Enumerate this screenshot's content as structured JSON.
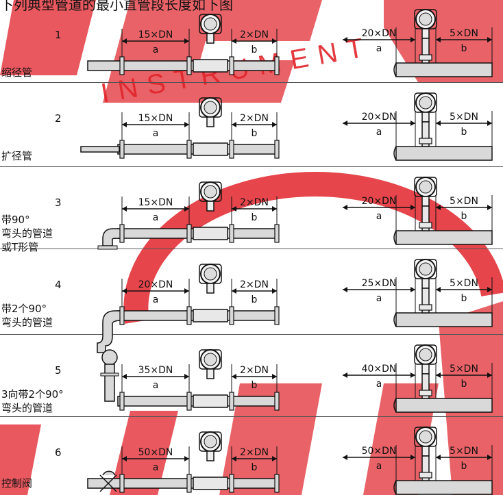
{
  "title": "下列典型管道的最小直管段长度如下图",
  "watermark": {
    "text": "INSTRUMENT",
    "color": "#e0242b"
  },
  "rows": [
    {
      "num": "1",
      "label": "缩径管",
      "left": {
        "a_label": "15×DN",
        "b_label": "2×DN",
        "a": "a",
        "b": "b"
      },
      "right": {
        "a_label": "20×DN",
        "b_label": "5×DN",
        "a": "a",
        "b": "b"
      }
    },
    {
      "num": "2",
      "label": "扩径管",
      "left": {
        "a_label": "15×DN",
        "b_label": "2×DN",
        "a": "a",
        "b": "b"
      },
      "right": {
        "a_label": "20×DN",
        "b_label": "5×DN",
        "a": "a",
        "b": "b"
      }
    },
    {
      "num": "3",
      "label": "带90°\n弯头的管道\n或T形管",
      "left": {
        "a_label": "15×DN",
        "b_label": "2×DN",
        "a": "a",
        "b": "b"
      },
      "right": {
        "a_label": "20×DN",
        "b_label": "5×DN",
        "a": "a",
        "b": "b"
      }
    },
    {
      "num": "4",
      "label": "带2个90°\n弯头的管道",
      "left": {
        "a_label": "20×DN",
        "b_label": "2×DN",
        "a": "a",
        "b": "b"
      },
      "right": {
        "a_label": "25×DN",
        "b_label": "5×DN",
        "a": "a",
        "b": "b"
      }
    },
    {
      "num": "5",
      "label": "3向带2个90°\n弯头的管道",
      "left": {
        "a_label": "35×DN",
        "b_label": "2×DN",
        "a": "a",
        "b": "b"
      },
      "right": {
        "a_label": "40×DN",
        "b_label": "5×DN",
        "a": "a",
        "b": "b"
      }
    },
    {
      "num": "6",
      "label": "控制阀",
      "left": {
        "a_label": "50×DN",
        "b_label": "2×DN",
        "a": "a",
        "b": "b"
      },
      "right": {
        "a_label": "50×DN",
        "b_label": "5×DN",
        "a": "a",
        "b": "b"
      }
    }
  ]
}
